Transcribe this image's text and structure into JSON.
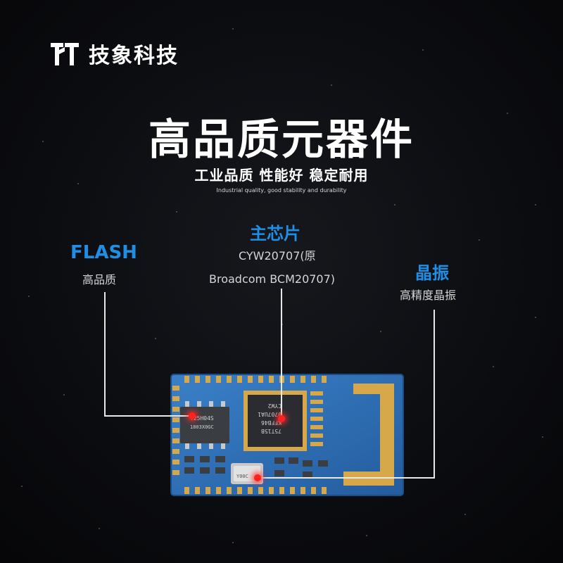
{
  "brand": {
    "name": "技象科技",
    "logo_icon": "tt-logo-icon"
  },
  "headline": {
    "title": "高品质元器件",
    "subtitle": "工业品质 性能好 稳定耐用",
    "subtitle_en": "Industrial quality, good stability and durability"
  },
  "callouts": {
    "flash": {
      "title": "FLASH",
      "desc": "高品质"
    },
    "chip": {
      "title": "主芯片",
      "line1": "CYW20707(原",
      "line2": "Broadcom BCM20707)"
    },
    "crystal": {
      "title": "晶振",
      "desc": "高精度晶振"
    }
  },
  "module": {
    "flash_marking_1": "T25H04S",
    "flash_marking_2": "1803X0GC",
    "chip_marking_1": "75T15B",
    "chip_marking_2": "KFFB46",
    "chip_marking_3": "0707UA1",
    "chip_marking_4": "CYW2",
    "crystal_marking": "Y00C"
  },
  "colors": {
    "accent": "#1f8fe6",
    "pcb": "#2d6fb8",
    "gold": "#d6a849",
    "marker": "#ff2020"
  }
}
